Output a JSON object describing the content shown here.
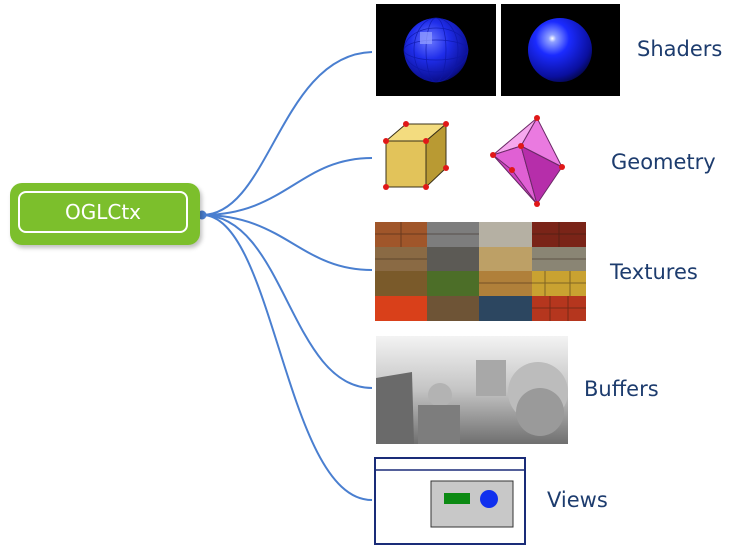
{
  "root": {
    "label": "OGLCtx"
  },
  "branches": [
    {
      "label": "Shaders"
    },
    {
      "label": "Geometry"
    },
    {
      "label": "Textures"
    },
    {
      "label": "Buffers"
    },
    {
      "label": "Views"
    }
  ],
  "colors": {
    "root_fill": "#7cbf2c",
    "connector": "#4a7fd0",
    "label_text": "#1d3c6e"
  }
}
